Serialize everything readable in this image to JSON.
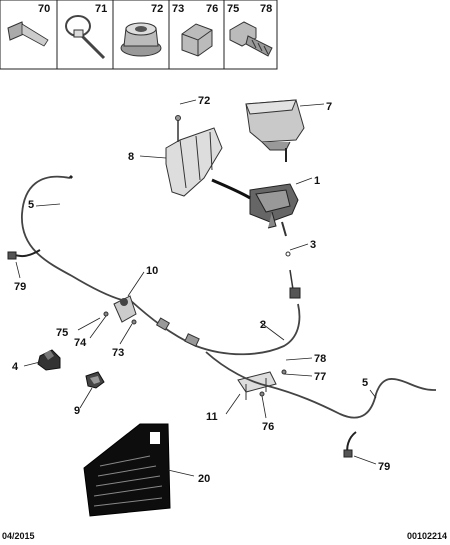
{
  "legend": [
    {
      "id": "70",
      "label": "70"
    },
    {
      "id": "71",
      "label": "71"
    },
    {
      "id": "72",
      "label": "72"
    },
    {
      "id": "73-76",
      "label_a": "73",
      "label_b": "76"
    },
    {
      "id": "75-78",
      "label_a": "75",
      "label_b": "78"
    }
  ],
  "callouts": {
    "c72": "72",
    "c7": "7",
    "c8": "8",
    "c1": "1",
    "c5a": "5",
    "c79a": "79",
    "c3": "3",
    "c10": "10",
    "c75": "75",
    "c74": "74",
    "c73": "73",
    "c2": "2",
    "c4": "4",
    "c9": "9",
    "c78": "78",
    "c77": "77",
    "c11": "11",
    "c76": "76",
    "c5b": "5",
    "c79b": "79",
    "c20": "20"
  },
  "footer": {
    "date": "04/2015",
    "ref": "00102214"
  }
}
